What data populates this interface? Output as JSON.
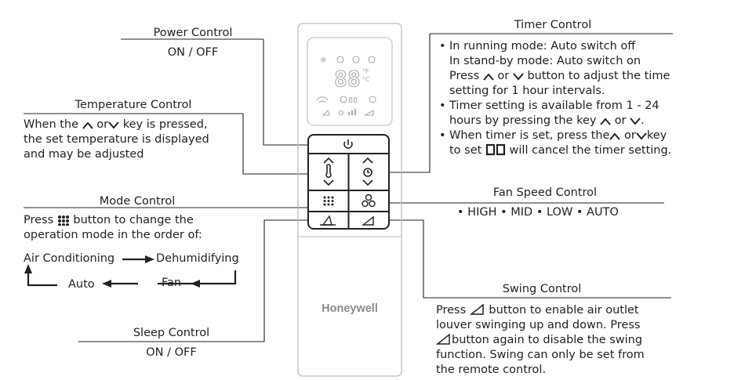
{
  "colors": {
    "line": "#222222",
    "remote_outline": "#bdbdbd",
    "icon_grey": "#aaaaaa",
    "brand_grey": "#8a8a8a"
  },
  "remote": {
    "brand": "Honeywell",
    "display_digits": "88",
    "display_units": "°F\n°C",
    "timer_digits": "88",
    "buttons": [
      {
        "id": "power",
        "icon": "power-icon"
      },
      {
        "id": "temp",
        "icon": "thermometer-icon"
      },
      {
        "id": "timer",
        "icon": "clock-icon"
      },
      {
        "id": "mode",
        "icon": "grid-dots-icon"
      },
      {
        "id": "fan",
        "icon": "fan-icon"
      },
      {
        "id": "sleep",
        "icon": "sleep-icon"
      },
      {
        "id": "swing",
        "icon": "swing-icon"
      }
    ]
  },
  "power": {
    "title": "Power Control",
    "value": "ON / OFF"
  },
  "temperature": {
    "title": "Temperature Control",
    "line1_a": "When the",
    "line1_b": "or",
    "line1_c": "key is pressed,",
    "line2": "the set temperature is displayed",
    "line3": "and may be adjusted"
  },
  "mode": {
    "title": "Mode Control",
    "line1_a": "Press",
    "line1_b": "button to change the",
    "line2": "operation mode in the order of:",
    "cycle": [
      "Air Conditioning",
      "Dehumidifying",
      "Fan",
      "Auto"
    ]
  },
  "sleep": {
    "title": "Sleep Control",
    "value": "ON / OFF"
  },
  "timer": {
    "title": "Timer Control",
    "b1_line1": "In running mode: Auto switch off",
    "b1_line2": "In stand-by mode: Auto switch on",
    "b1_line3_a": "Press",
    "b1_line3_b": "or",
    "b1_line3_c": "button to adjust the time",
    "b1_line4": "setting for 1 hour intervals.",
    "b2_line1": "Timer setting is available from 1 - 24",
    "b2_line2_a": "hours by pressing the key",
    "b2_line2_b": "or",
    "b3_line1_a": "When timer is set, press the",
    "b3_line1_b": "or",
    "b3_line1_c": "key",
    "b3_line2_a": "to set",
    "b3_line2_b": "will cancel the timer setting."
  },
  "fan": {
    "title": "Fan Speed Control",
    "value": "• HIGH • MID • LOW • AUTO"
  },
  "swing": {
    "title": "Swing Control",
    "line1_a": "Press",
    "line1_b": "button to enable air outlet",
    "line2": "louver swinging up and down.  Press",
    "line3": "button again to disable the swing",
    "line4": "function. Swing can only be set from",
    "line5": "the remote control."
  }
}
